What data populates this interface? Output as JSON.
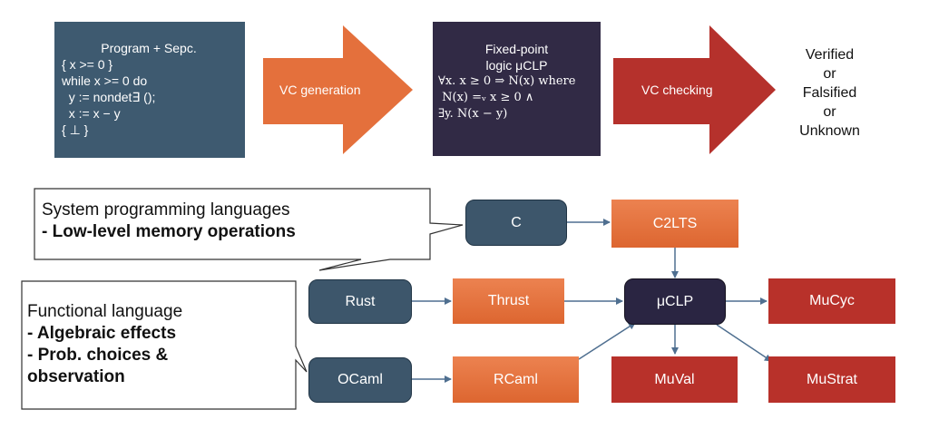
{
  "pipeline": {
    "spec": {
      "title": "Program + Sepc.",
      "lines": [
        "{ x >= 0 }",
        "while x >= 0 do",
        "  y := nondet∃ ();",
        "  x := x − y",
        "{ ⊥ }"
      ]
    },
    "vc_generation_label": "VC generation",
    "logic": {
      "title_line1": "Fixed-point",
      "title_line2": "logic  μCLP",
      "formula": [
        "∀x. x ≥ 0 ⇒ N(x) where",
        " N(x) =ᵥ x ≥ 0 ∧",
        "∃y. N(x − y)"
      ]
    },
    "vc_checking_label": "VC checking",
    "results": [
      "Verified",
      "or",
      "Falsified",
      "or",
      "Unknown"
    ]
  },
  "callouts": {
    "system": {
      "title": "System programming languages",
      "points": [
        "- Low-level memory operations"
      ]
    },
    "functional": {
      "title": "Functional language",
      "points": [
        "- Algebraic effects",
        "- Prob. choices &",
        "observation"
      ]
    }
  },
  "nodes": {
    "c": "C",
    "c2lts": "C2LTS",
    "rust": "Rust",
    "thrust": "Thrust",
    "muclp": "μCLP",
    "mucyc": "MuCyc",
    "ocaml": "OCaml",
    "rcaml": "RCaml",
    "muval": "MuVal",
    "mustrat": "MuStrat"
  },
  "colors": {
    "slate": "#3d566b",
    "dark_purple": "#2a2542",
    "orange": "#e4703c",
    "red": "#b8312a",
    "connector": "#4f6f90"
  }
}
